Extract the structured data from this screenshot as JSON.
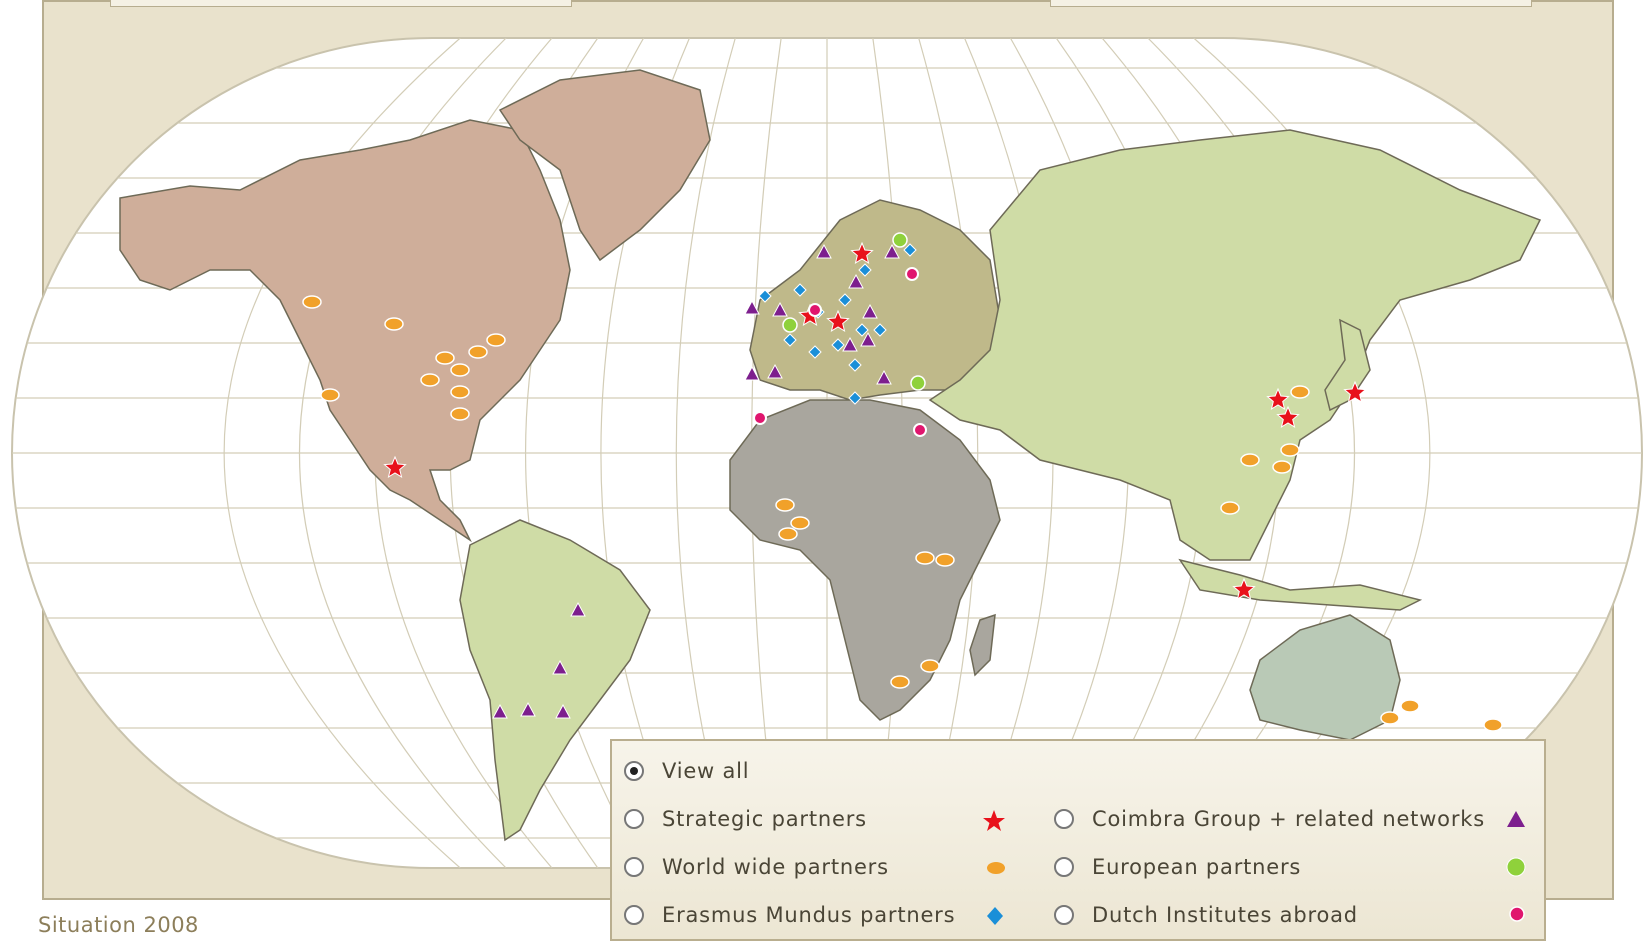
{
  "caption": "Situation 2008",
  "legend": {
    "view_all": "View all",
    "items": [
      {
        "label": "Strategic partners",
        "symbol": "red-star-icon",
        "color": "#e8111b"
      },
      {
        "label": "World wide partners",
        "symbol": "orange-diamond-icon",
        "color": "#f1a12a"
      },
      {
        "label": "Erasmus Mundus partners",
        "symbol": "blue-diamond-icon",
        "color": "#1a8fd8"
      },
      {
        "label": "Coimbra Group + related networks",
        "symbol": "purple-triangle-icon",
        "color": "#7d1f8e"
      },
      {
        "label": "European partners",
        "symbol": "green-circle-icon",
        "color": "#8fd13b"
      },
      {
        "label": "Dutch Institutes abroad",
        "symbol": "pink-circle-icon",
        "color": "#e0166e"
      }
    ],
    "selected": "View all"
  },
  "colors": {
    "frame": "#e9e2cc",
    "ocean": "#ffffff",
    "north_america": "#cfae9a",
    "europe": "#bfb98a",
    "russia_asia": "#cfdca6",
    "africa": "#a9a69e",
    "south_america": "#cfdca6",
    "australia": "#b9c9b6",
    "grid": "#c9c3ad"
  }
}
